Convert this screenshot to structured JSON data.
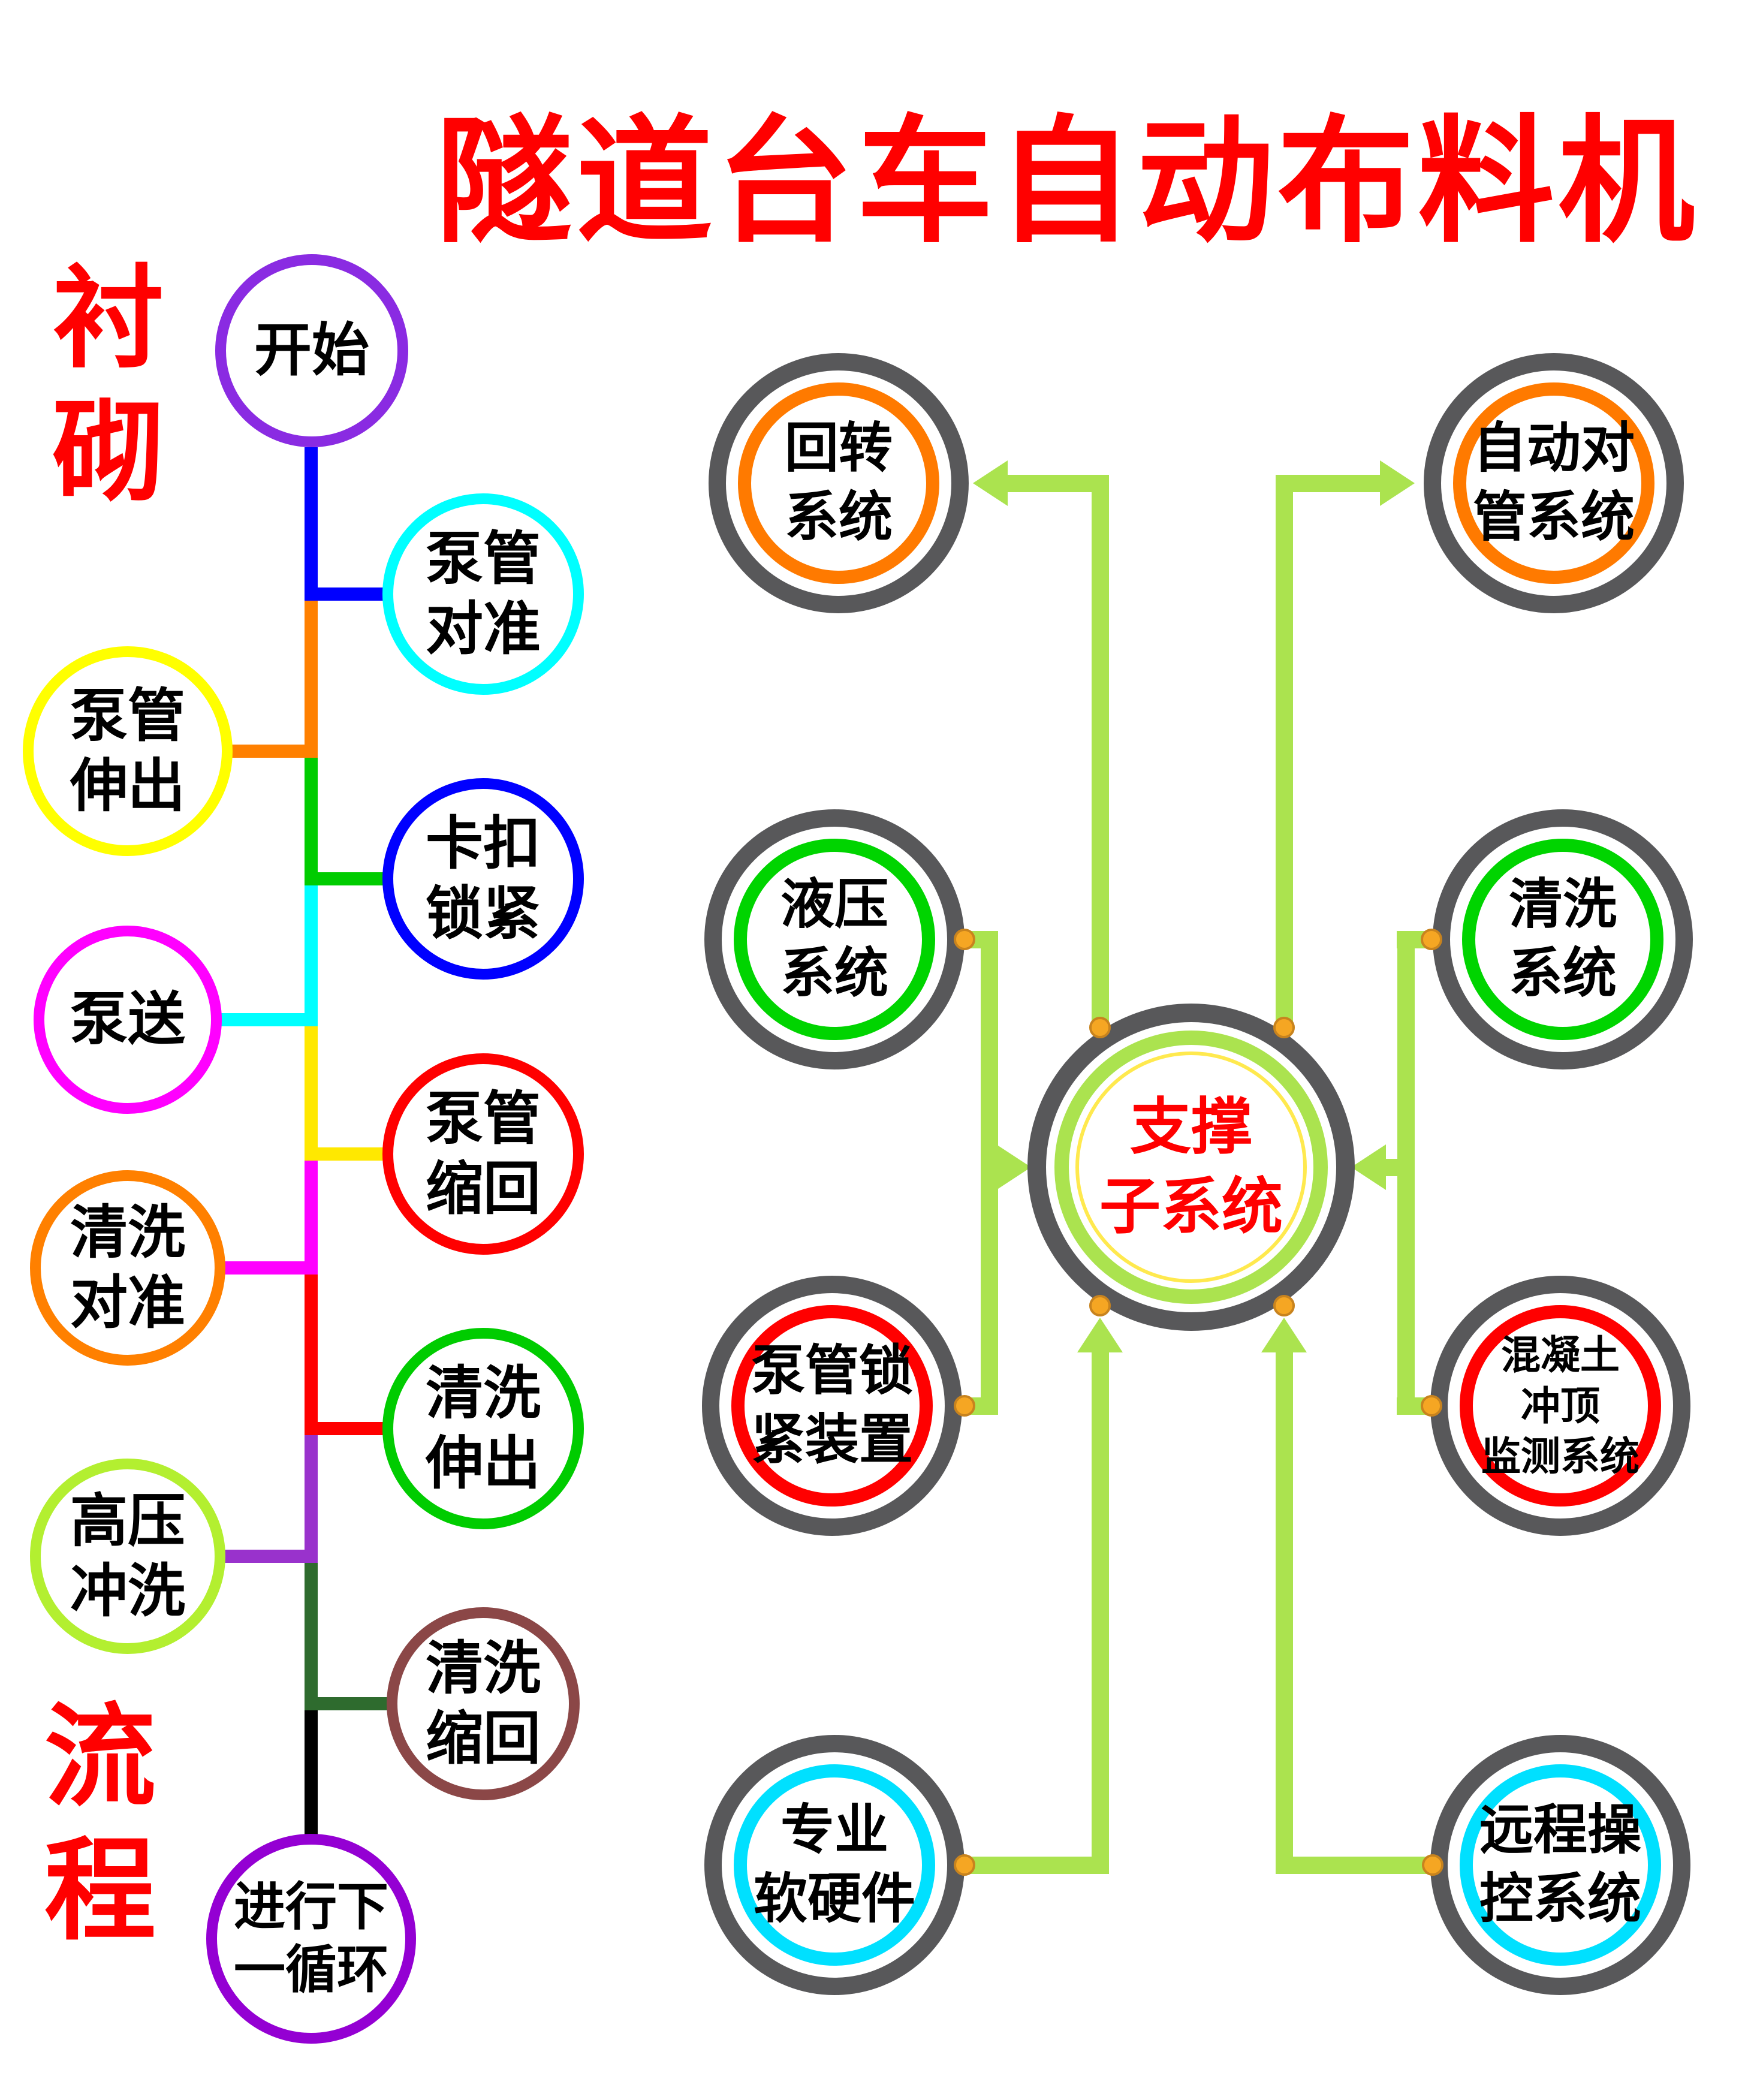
{
  "title": "隧道台车自动布料机",
  "title_color": "#ff0000",
  "side_labels": {
    "top": "衬\n砌",
    "bottom": "流\n程",
    "color": "#ff0000"
  },
  "flow": {
    "nodes": [
      {
        "label": "开始",
        "border": "#8a2be2"
      },
      {
        "label": "泵管\n对准",
        "border": "#00ffff"
      },
      {
        "label": "泵管\n伸出",
        "border": "#ffff00"
      },
      {
        "label": "卡扣\n锁紧",
        "border": "#0000ff"
      },
      {
        "label": "泵送",
        "border": "#ff00ff"
      },
      {
        "label": "泵管\n缩回",
        "border": "#ff0000"
      },
      {
        "label": "清洗\n对准",
        "border": "#ff8000"
      },
      {
        "label": "清洗\n伸出",
        "border": "#00cc00"
      },
      {
        "label": "高压\n冲洗",
        "border": "#b3ef30"
      },
      {
        "label": "清洗\n缩回",
        "border": "#8b4747"
      },
      {
        "label": "进行下\n一循环",
        "border": "#9400d3"
      }
    ],
    "connectors": [
      {
        "name": "start-to-pump-align",
        "color": "#0000ff"
      },
      {
        "name": "to-pump-extend",
        "color": "#ff8000"
      },
      {
        "name": "to-clip-lock",
        "color": "#00cc00"
      },
      {
        "name": "to-pumping",
        "color": "#00ffff"
      },
      {
        "name": "to-pump-retract",
        "color": "#ffe800"
      },
      {
        "name": "to-wash-align",
        "color": "#ff00ff"
      },
      {
        "name": "to-wash-extend",
        "color": "#ff0000"
      },
      {
        "name": "to-high-pressure-flush",
        "color": "#9932cc"
      },
      {
        "name": "to-wash-retract",
        "color": "#2e6b2e"
      },
      {
        "name": "to-next-cycle",
        "color": "#000000"
      }
    ]
  },
  "hub": {
    "center": {
      "label": "支撑\n子系统",
      "text_color": "#ff0000",
      "outer_ring": "#58585a",
      "mid_ring": "#abe34f",
      "inner_ring": "#ffe94e"
    },
    "outer_ring": "#58585a",
    "arrow_color": "#abe34f",
    "dot_color": "#f5a623",
    "satellites": [
      {
        "label": "回转\n系统",
        "ring": "#ff7a00"
      },
      {
        "label": "自动对\n管系统",
        "ring": "#ff7a00"
      },
      {
        "label": "液压\n系统",
        "ring": "#00d400"
      },
      {
        "label": "清洗\n系统",
        "ring": "#00d400"
      },
      {
        "label": "泵管锁\n紧装置",
        "ring": "#ff0000"
      },
      {
        "label": "混凝土\n冲顶\n监测系统",
        "ring": "#ff0000"
      },
      {
        "label": "专业\n软硬件",
        "ring": "#00e0ff"
      },
      {
        "label": "远程操\n控系统",
        "ring": "#00e0ff"
      }
    ]
  }
}
